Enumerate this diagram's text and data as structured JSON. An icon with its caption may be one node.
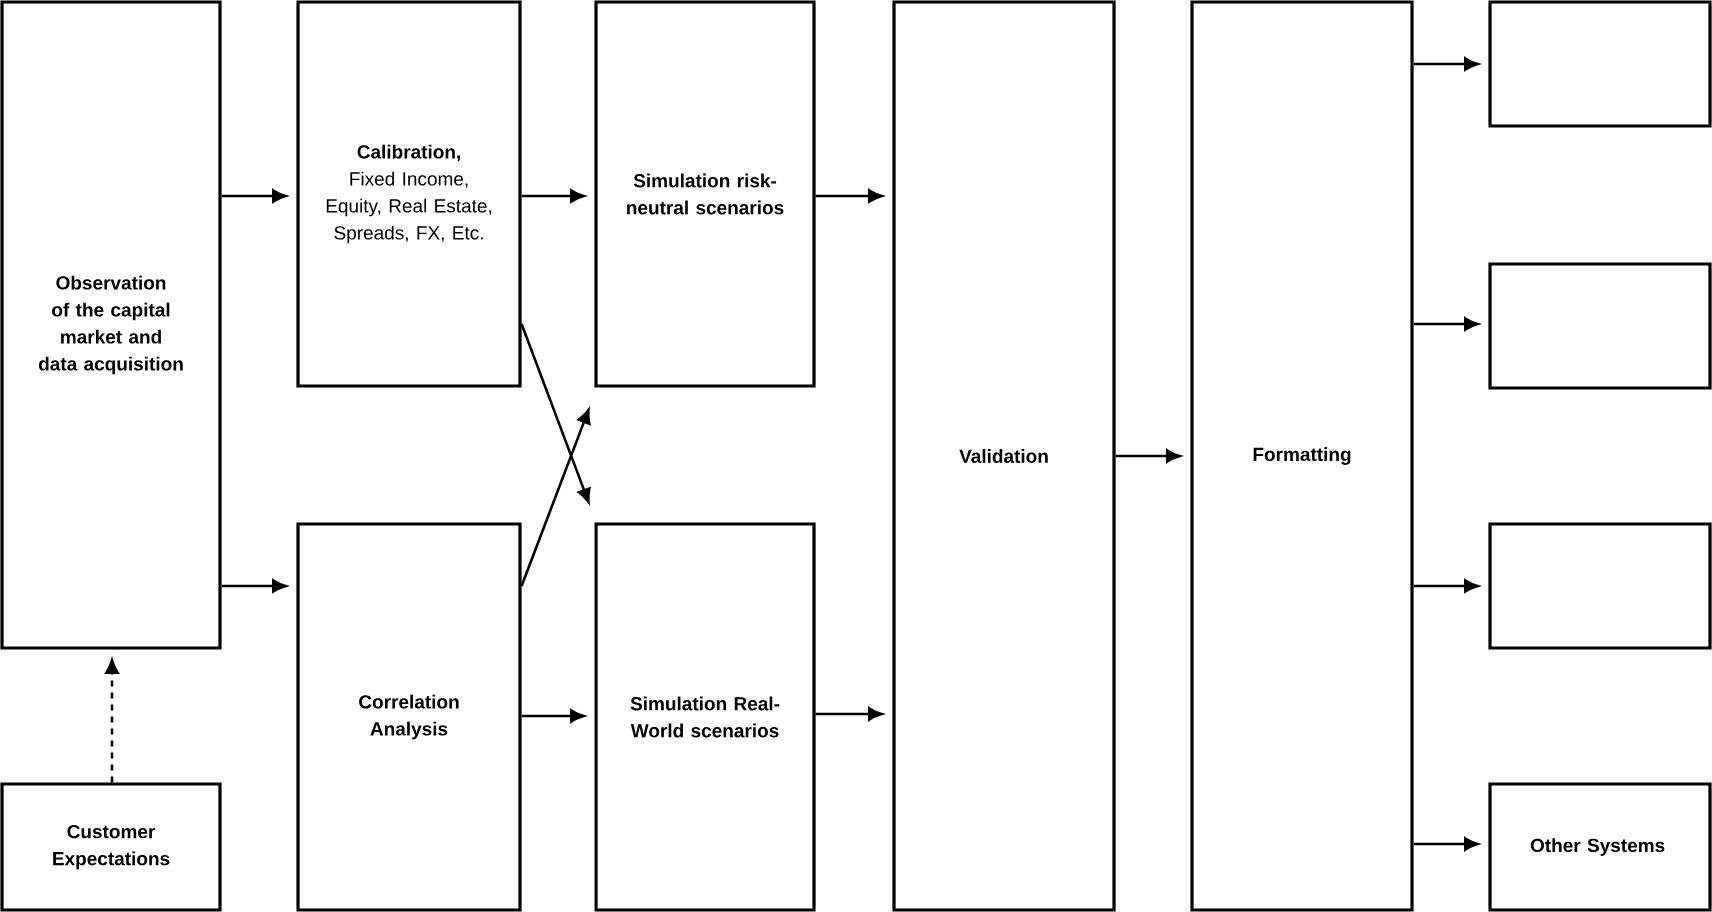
{
  "diagram": {
    "nodes": [
      {
        "text": [
          "Observation of the capital market and data acquisition"
        ]
      },
      {
        "text": [
          "Calibration,",
          "Fixed Income, Equity, Real Estate, Spreads, FX, Etc."
        ]
      },
      {
        "text": [
          "Correlation Analysis"
        ]
      },
      {
        "text": [
          "Simulation risk-neutral scenarios"
        ]
      },
      {
        "text": [
          "Simulation Real-World scenarios"
        ]
      },
      {
        "text": [
          "Validation"
        ]
      },
      {
        "text": [
          "Formatting"
        ]
      },
      {
        "text": [],
        "shape": "box"
      },
      {
        "text": [],
        "shape": "box"
      },
      {
        "text": [],
        "shape": "box"
      },
      {
        "text": [
          "Other Systems"
        ]
      },
      {
        "text": [
          "Customer Expectations"
        ]
      }
    ],
    "edges": [
      {
        "from": 0,
        "to": 1,
        "arrow": "to"
      },
      {
        "from": 0,
        "to": 2,
        "arrow": "to"
      },
      {
        "from": 1,
        "to": 3,
        "arrow": "to"
      },
      {
        "from": 1,
        "to": 4,
        "arrow": "to"
      },
      {
        "from": 2,
        "to": 3,
        "arrow": "to"
      },
      {
        "from": 2,
        "to": 4,
        "arrow": "to"
      },
      {
        "from": 3,
        "to": 5,
        "arrow": "to"
      },
      {
        "from": 4,
        "to": 5,
        "arrow": "to"
      },
      {
        "from": 5,
        "to": 6,
        "arrow": "to"
      },
      {
        "from": 6,
        "to": 7,
        "arrow": "to"
      },
      {
        "from": 6,
        "to": 8,
        "arrow": "to"
      },
      {
        "from": 6,
        "to": 9,
        "arrow": "to"
      },
      {
        "from": 6,
        "to": 10,
        "arrow": "to"
      },
      {
        "from": 11,
        "to": 0,
        "arrow": "to",
        "style": "dashed"
      }
    ]
  }
}
